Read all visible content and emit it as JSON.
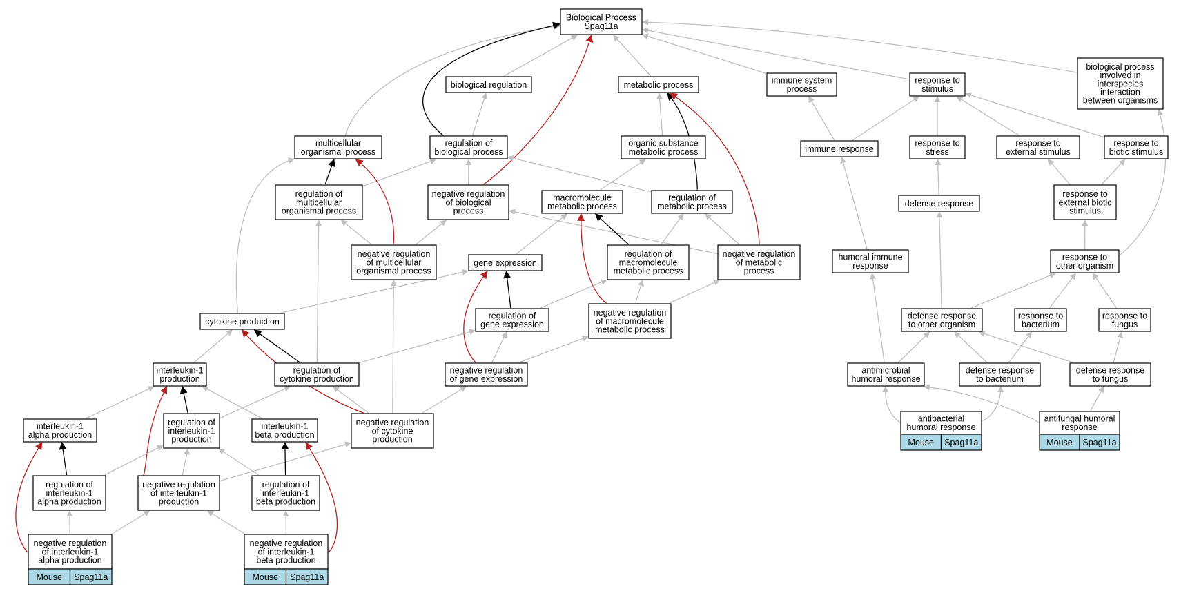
{
  "colors": {
    "is_a": "#c0c0c0",
    "regulates": "#000000",
    "negatively_regulates": "#b22222",
    "annotation_tag": "#add8e6"
  },
  "nodes": [
    {
      "id": "bp",
      "lines": [
        "Biological Process",
        "Spag11a"
      ]
    },
    {
      "id": "bioreg",
      "lines": [
        "biological regulation"
      ]
    },
    {
      "id": "metab",
      "lines": [
        "metabolic process"
      ]
    },
    {
      "id": "immsys",
      "lines": [
        "immune system",
        "process"
      ]
    },
    {
      "id": "respstim",
      "lines": [
        "response to",
        "stimulus"
      ]
    },
    {
      "id": "interspecies",
      "lines": [
        "biological process",
        "involved in",
        "interspecies",
        "interaction",
        "between organisms"
      ]
    },
    {
      "id": "multicell",
      "lines": [
        "multicellular",
        "organismal process"
      ]
    },
    {
      "id": "regbio",
      "lines": [
        "regulation of",
        "biological process"
      ]
    },
    {
      "id": "orgsub",
      "lines": [
        "organic substance",
        "metabolic process"
      ]
    },
    {
      "id": "immresp",
      "lines": [
        "immune response"
      ]
    },
    {
      "id": "respstress",
      "lines": [
        "response to",
        "stress"
      ]
    },
    {
      "id": "respext",
      "lines": [
        "response to",
        "external stimulus"
      ]
    },
    {
      "id": "respbiotic",
      "lines": [
        "response to",
        "biotic stimulus"
      ]
    },
    {
      "id": "regmulti",
      "lines": [
        "regulation of",
        "multicellular",
        "organismal process"
      ]
    },
    {
      "id": "negregbio",
      "lines": [
        "negative regulation",
        "of biological",
        "process"
      ]
    },
    {
      "id": "macro",
      "lines": [
        "macromolecule",
        "metabolic process"
      ]
    },
    {
      "id": "regmetab",
      "lines": [
        "regulation of",
        "metabolic process"
      ]
    },
    {
      "id": "defresp",
      "lines": [
        "defense response"
      ]
    },
    {
      "id": "respextbio",
      "lines": [
        "response to",
        "external biotic",
        "stimulus"
      ]
    },
    {
      "id": "negregmulti",
      "lines": [
        "negative regulation",
        "of multicellular",
        "organismal process"
      ]
    },
    {
      "id": "geneexp",
      "lines": [
        "gene expression"
      ]
    },
    {
      "id": "regmacro",
      "lines": [
        "regulation of",
        "macromolecule",
        "metabolic process"
      ]
    },
    {
      "id": "negregmetab",
      "lines": [
        "negative regulation",
        "of metabolic",
        "process"
      ]
    },
    {
      "id": "humoral",
      "lines": [
        "humoral immune",
        "response"
      ]
    },
    {
      "id": "resporg",
      "lines": [
        "response to",
        "other organism"
      ]
    },
    {
      "id": "cytprod",
      "lines": [
        "cytokine production"
      ]
    },
    {
      "id": "reggene",
      "lines": [
        "regulation of",
        "gene expression"
      ]
    },
    {
      "id": "negregmacro",
      "lines": [
        "negative regulation",
        "of macromolecule",
        "metabolic process"
      ]
    },
    {
      "id": "defother",
      "lines": [
        "defense response",
        "to other organism"
      ]
    },
    {
      "id": "respbact",
      "lines": [
        "response to",
        "bacterium"
      ]
    },
    {
      "id": "respfungus",
      "lines": [
        "response to",
        "fungus"
      ]
    },
    {
      "id": "il1prod",
      "lines": [
        "interleukin-1",
        "production"
      ]
    },
    {
      "id": "regcyt",
      "lines": [
        "regulation of",
        "cytokine production"
      ]
    },
    {
      "id": "negreggene",
      "lines": [
        "negative regulation",
        "of gene expression"
      ]
    },
    {
      "id": "antimic",
      "lines": [
        "antimicrobial",
        "humoral response"
      ]
    },
    {
      "id": "defbact",
      "lines": [
        "defense response",
        "to bacterium"
      ]
    },
    {
      "id": "deffungus",
      "lines": [
        "defense response",
        "to fungus"
      ]
    },
    {
      "id": "il1a",
      "lines": [
        "interleukin-1",
        "alpha production"
      ]
    },
    {
      "id": "regil1",
      "lines": [
        "regulation of",
        "interleukin-1",
        "production"
      ]
    },
    {
      "id": "il1b",
      "lines": [
        "interleukin-1",
        "beta production"
      ]
    },
    {
      "id": "negregcyt",
      "lines": [
        "negative regulation",
        "of cytokine",
        "production"
      ]
    },
    {
      "id": "regil1a",
      "lines": [
        "regulation of",
        "interleukin-1",
        "alpha production"
      ]
    },
    {
      "id": "negregil1",
      "lines": [
        "negative regulation",
        "of interleukin-1",
        "production"
      ]
    },
    {
      "id": "regil1b",
      "lines": [
        "regulation of",
        "interleukin-1",
        "beta production"
      ]
    },
    {
      "id": "negregil1a",
      "lines": [
        "negative regulation",
        "of interleukin-1",
        "alpha production"
      ],
      "tags": [
        "Mouse",
        "Spag11a"
      ]
    },
    {
      "id": "negregil1b",
      "lines": [
        "negative regulation",
        "of interleukin-1",
        "beta production"
      ],
      "tags": [
        "Mouse",
        "Spag11a"
      ]
    },
    {
      "id": "antibact",
      "lines": [
        "antibacterial",
        "humoral response"
      ],
      "tags": [
        "Mouse",
        "Spag11a"
      ]
    },
    {
      "id": "antifungal",
      "lines": [
        "antifungal humoral",
        "response"
      ],
      "tags": [
        "Mouse",
        "Spag11a"
      ]
    }
  ],
  "edges": [
    {
      "from": "bioreg",
      "to": "bp",
      "type": "is_a"
    },
    {
      "from": "metab",
      "to": "bp",
      "type": "is_a"
    },
    {
      "from": "immsys",
      "to": "bp",
      "type": "is_a"
    },
    {
      "from": "respstim",
      "to": "bp",
      "type": "is_a"
    },
    {
      "from": "interspecies",
      "to": "bp",
      "type": "is_a"
    },
    {
      "from": "multicell",
      "to": "bp",
      "type": "is_a"
    },
    {
      "from": "regbio",
      "to": "bp",
      "type": "regulates"
    },
    {
      "from": "regbio",
      "to": "bioreg",
      "type": "is_a"
    },
    {
      "from": "negregbio",
      "to": "bp",
      "type": "negatively_regulates"
    },
    {
      "from": "negregbio",
      "to": "regbio",
      "type": "is_a"
    },
    {
      "from": "orgsub",
      "to": "metab",
      "type": "is_a"
    },
    {
      "from": "macro",
      "to": "orgsub",
      "type": "is_a"
    },
    {
      "from": "regmetab",
      "to": "metab",
      "type": "regulates"
    },
    {
      "from": "regmetab",
      "to": "regbio",
      "type": "is_a"
    },
    {
      "from": "negregmetab",
      "to": "metab",
      "type": "negatively_regulates"
    },
    {
      "from": "negregmetab",
      "to": "regmetab",
      "type": "is_a"
    },
    {
      "from": "negregmetab",
      "to": "negregbio",
      "type": "is_a"
    },
    {
      "from": "immresp",
      "to": "immsys",
      "type": "is_a"
    },
    {
      "from": "immresp",
      "to": "respstim",
      "type": "is_a"
    },
    {
      "from": "respstress",
      "to": "respstim",
      "type": "is_a"
    },
    {
      "from": "respext",
      "to": "respstim",
      "type": "is_a"
    },
    {
      "from": "respbiotic",
      "to": "respstim",
      "type": "is_a"
    },
    {
      "from": "respextbio",
      "to": "respext",
      "type": "is_a"
    },
    {
      "from": "respextbio",
      "to": "respbiotic",
      "type": "is_a"
    },
    {
      "from": "defresp",
      "to": "respstress",
      "type": "is_a"
    },
    {
      "from": "resporg",
      "to": "respextbio",
      "type": "is_a"
    },
    {
      "from": "resporg",
      "to": "interspecies",
      "type": "is_a"
    },
    {
      "from": "humoral",
      "to": "immresp",
      "type": "is_a"
    },
    {
      "from": "regmulti",
      "to": "multicell",
      "type": "regulates"
    },
    {
      "from": "regmulti",
      "to": "regbio",
      "type": "is_a"
    },
    {
      "from": "negregmulti",
      "to": "multicell",
      "type": "negatively_regulates"
    },
    {
      "from": "negregmulti",
      "to": "regmulti",
      "type": "is_a"
    },
    {
      "from": "negregmulti",
      "to": "negregbio",
      "type": "is_a"
    },
    {
      "from": "geneexp",
      "to": "macro",
      "type": "is_a"
    },
    {
      "from": "regmacro",
      "to": "macro",
      "type": "regulates"
    },
    {
      "from": "regmacro",
      "to": "regmetab",
      "type": "is_a"
    },
    {
      "from": "negregmacro",
      "to": "macro",
      "type": "negatively_regulates"
    },
    {
      "from": "negregmacro",
      "to": "regmacro",
      "type": "is_a"
    },
    {
      "from": "negregmacro",
      "to": "negregmetab",
      "type": "is_a"
    },
    {
      "from": "cytprod",
      "to": "multicell",
      "type": "is_a"
    },
    {
      "from": "cytprod",
      "to": "geneexp",
      "type": "is_a"
    },
    {
      "from": "reggene",
      "to": "geneexp",
      "type": "regulates"
    },
    {
      "from": "reggene",
      "to": "regmacro",
      "type": "is_a"
    },
    {
      "from": "negreggene",
      "to": "geneexp",
      "type": "negatively_regulates"
    },
    {
      "from": "negreggene",
      "to": "reggene",
      "type": "is_a"
    },
    {
      "from": "negreggene",
      "to": "negregmacro",
      "type": "is_a"
    },
    {
      "from": "defother",
      "to": "resporg",
      "type": "is_a"
    },
    {
      "from": "defother",
      "to": "defresp",
      "type": "is_a"
    },
    {
      "from": "respbact",
      "to": "resporg",
      "type": "is_a"
    },
    {
      "from": "respfungus",
      "to": "resporg",
      "type": "is_a"
    },
    {
      "from": "il1prod",
      "to": "cytprod",
      "type": "is_a"
    },
    {
      "from": "regcyt",
      "to": "cytprod",
      "type": "regulates"
    },
    {
      "from": "regcyt",
      "to": "regmulti",
      "type": "is_a"
    },
    {
      "from": "regcyt",
      "to": "reggene",
      "type": "is_a"
    },
    {
      "from": "negregcyt",
      "to": "cytprod",
      "type": "negatively_regulates"
    },
    {
      "from": "negregcyt",
      "to": "regcyt",
      "type": "is_a"
    },
    {
      "from": "negregcyt",
      "to": "negregmulti",
      "type": "is_a"
    },
    {
      "from": "negregcyt",
      "to": "negreggene",
      "type": "is_a"
    },
    {
      "from": "antimic",
      "to": "humoral",
      "type": "is_a"
    },
    {
      "from": "antimic",
      "to": "defother",
      "type": "is_a"
    },
    {
      "from": "defbact",
      "to": "defother",
      "type": "is_a"
    },
    {
      "from": "defbact",
      "to": "respbact",
      "type": "is_a"
    },
    {
      "from": "deffungus",
      "to": "defother",
      "type": "is_a"
    },
    {
      "from": "deffungus",
      "to": "respfungus",
      "type": "is_a"
    },
    {
      "from": "il1a",
      "to": "il1prod",
      "type": "is_a"
    },
    {
      "from": "il1b",
      "to": "il1prod",
      "type": "is_a"
    },
    {
      "from": "regil1",
      "to": "il1prod",
      "type": "regulates"
    },
    {
      "from": "regil1",
      "to": "regcyt",
      "type": "is_a"
    },
    {
      "from": "negregil1",
      "to": "il1prod",
      "type": "negatively_regulates"
    },
    {
      "from": "negregil1",
      "to": "regil1",
      "type": "is_a"
    },
    {
      "from": "negregil1",
      "to": "negregcyt",
      "type": "is_a"
    },
    {
      "from": "regil1a",
      "to": "il1a",
      "type": "regulates"
    },
    {
      "from": "regil1a",
      "to": "regil1",
      "type": "is_a"
    },
    {
      "from": "regil1b",
      "to": "il1b",
      "type": "regulates"
    },
    {
      "from": "regil1b",
      "to": "regil1",
      "type": "is_a"
    },
    {
      "from": "negregil1a",
      "to": "il1a",
      "type": "negatively_regulates"
    },
    {
      "from": "negregil1a",
      "to": "regil1a",
      "type": "is_a"
    },
    {
      "from": "negregil1a",
      "to": "negregil1",
      "type": "is_a"
    },
    {
      "from": "negregil1b",
      "to": "il1b",
      "type": "negatively_regulates"
    },
    {
      "from": "negregil1b",
      "to": "regil1b",
      "type": "is_a"
    },
    {
      "from": "negregil1b",
      "to": "negregil1",
      "type": "is_a"
    },
    {
      "from": "antibact",
      "to": "antimic",
      "type": "is_a"
    },
    {
      "from": "antibact",
      "to": "defbact",
      "type": "is_a"
    },
    {
      "from": "antifungal",
      "to": "antimic",
      "type": "is_a"
    },
    {
      "from": "antifungal",
      "to": "deffungus",
      "type": "is_a"
    }
  ]
}
